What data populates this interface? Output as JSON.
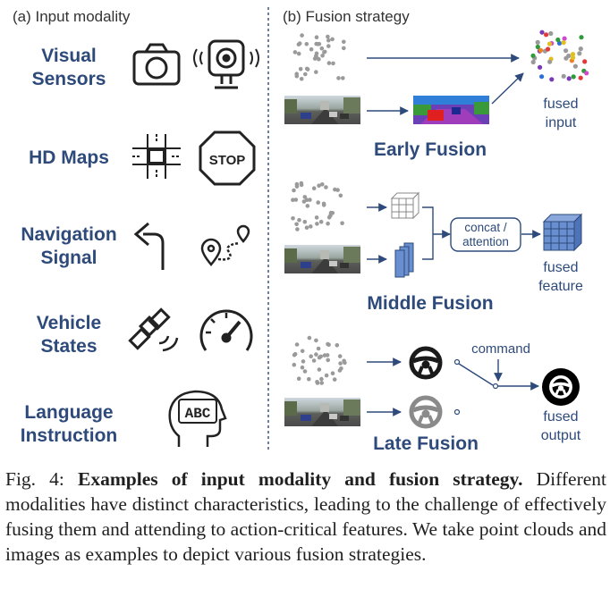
{
  "panel_a": {
    "title": "(a) Input modality",
    "modalities": [
      {
        "line1": "Visual",
        "line2": "Sensors"
      },
      {
        "line1": "HD Maps",
        "line2": ""
      },
      {
        "line1": "Navigation",
        "line2": "Signal"
      },
      {
        "line1": "Vehicle",
        "line2": "States"
      },
      {
        "line1": "Language",
        "line2": "Instruction"
      }
    ],
    "stop_sign_text": "STOP",
    "abc_text": "ABC",
    "icons": [
      "camera-icon",
      "webcam-icon",
      "intersection-map-icon",
      "stop-sign-icon",
      "turn-left-arrow-icon",
      "route-pin-icon",
      "satellite-icon",
      "speedometer-icon",
      "head-abc-icon"
    ]
  },
  "panel_b": {
    "title": "(b) Fusion strategy",
    "early": {
      "title": "Early Fusion",
      "out1": "fused",
      "out2": "input"
    },
    "middle": {
      "title": "Middle Fusion",
      "box1": "concat /",
      "box2": "attention",
      "out1": "fused",
      "out2": "feature"
    },
    "late": {
      "title": "Late Fusion",
      "command": "command",
      "out1": "fused",
      "out2": "output"
    }
  },
  "colors": {
    "accent": "#2d4a7a",
    "gray": "#8a8a8a",
    "feature": "#6a8fd0"
  },
  "caption": {
    "label": "Fig. 4:",
    "title": "Examples of input modality and fusion strategy.",
    "body": "Different modalities have distinct characteristics, leading to the challenge of effectively fusing them and attending to action-critical features. We take point clouds and images as examples to depict various fusion strategies."
  }
}
